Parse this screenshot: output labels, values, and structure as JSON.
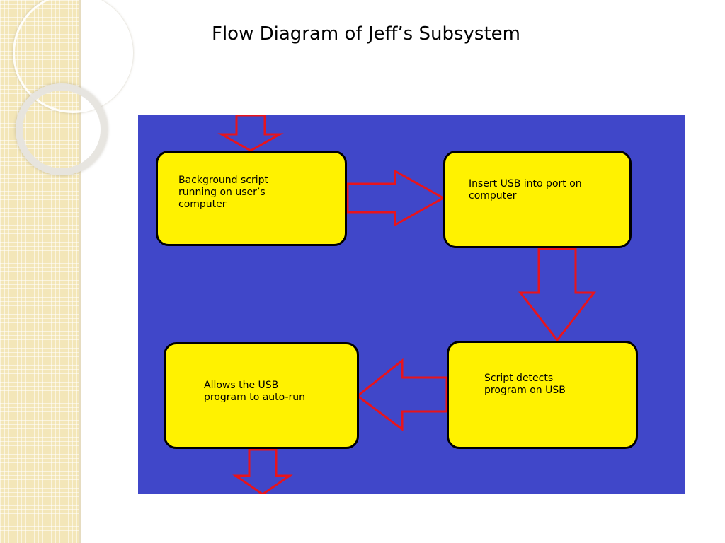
{
  "slide": {
    "title": "Flow Diagram of Jeff’s Subsystem"
  },
  "diagram": {
    "background_color": "#4047c9",
    "box_color": "#fff200",
    "arrow_color": "#e8141c",
    "steps": [
      {
        "text": "Background script\nrunning on user’s\ncomputer"
      },
      {
        "text": "Insert USB into port on\ncomputer"
      },
      {
        "text": "Script detects\nprogram on USB"
      },
      {
        "text": "Allows the USB\nprogram to auto-run"
      }
    ],
    "arrows": [
      "down-in",
      "right",
      "down",
      "left",
      "down-out"
    ]
  }
}
